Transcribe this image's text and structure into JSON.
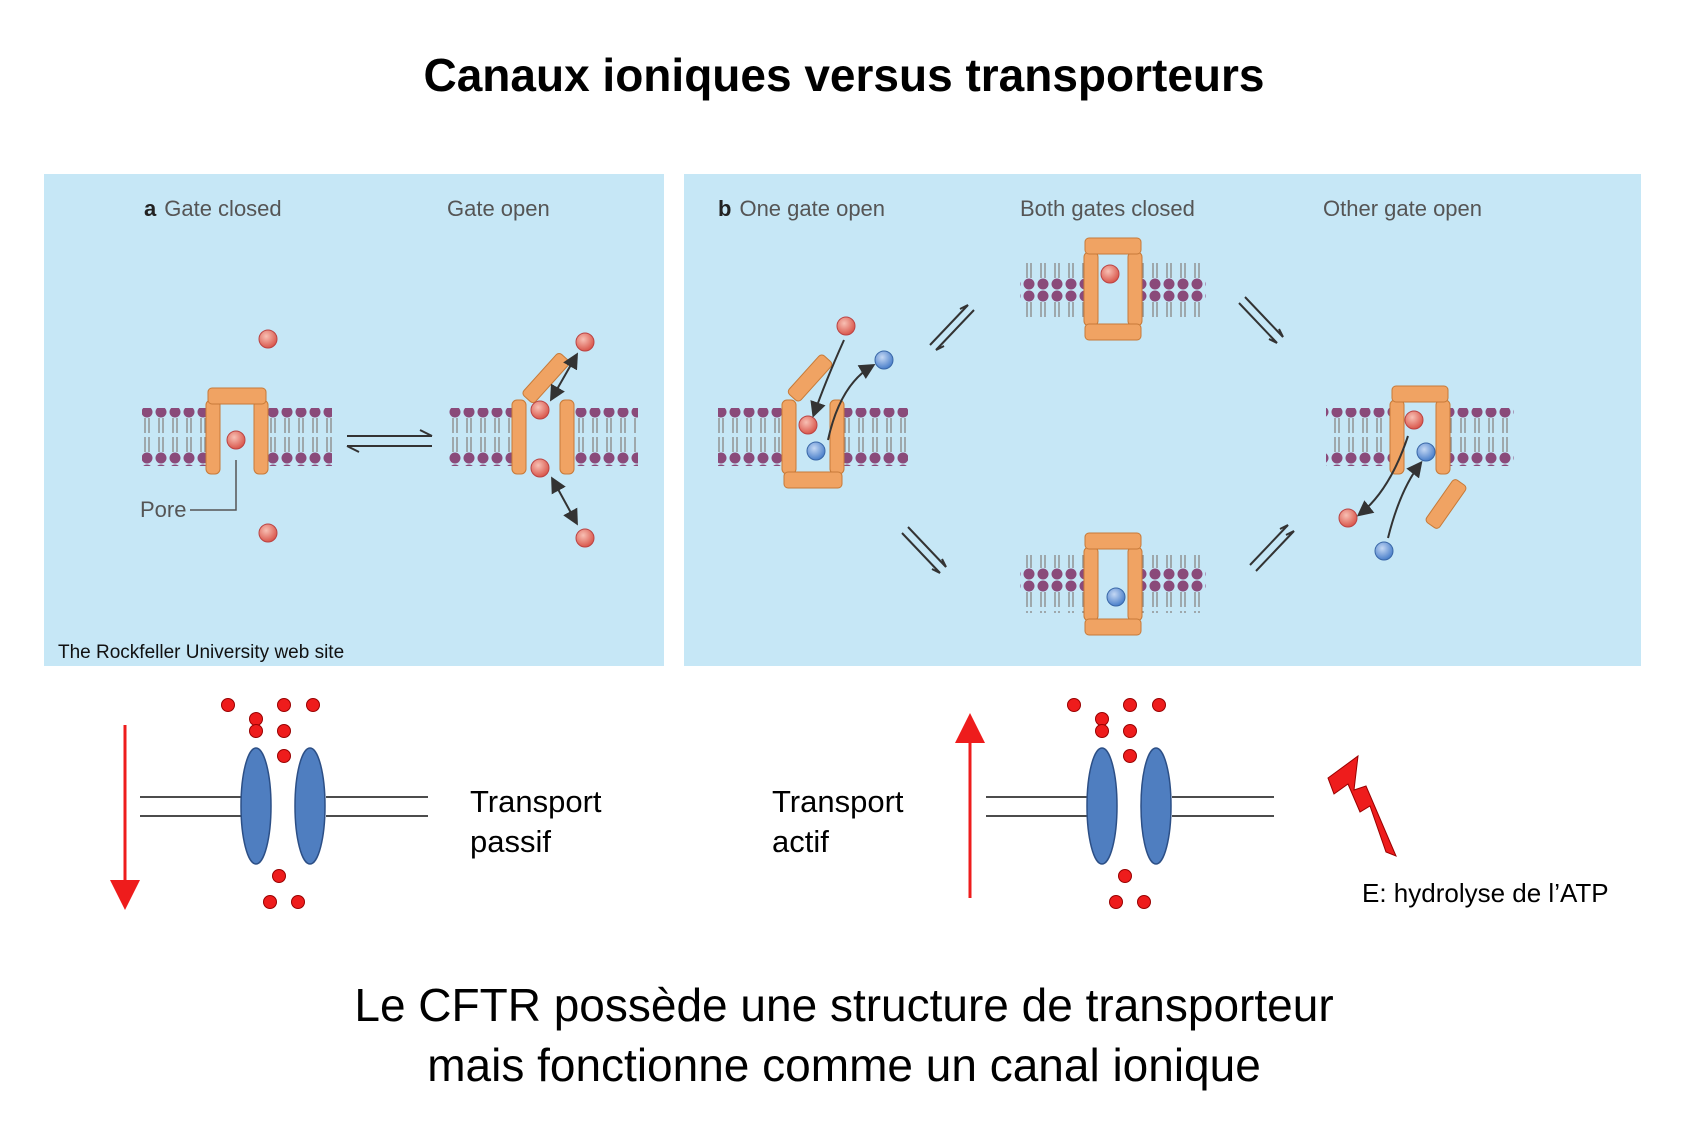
{
  "title": "Canaux ioniques versus transporteurs",
  "panel_a": {
    "letter": "a",
    "state_closed": "Gate closed",
    "state_open": "Gate open",
    "pore_label": "Pore"
  },
  "panel_b": {
    "letter": "b",
    "state_one_open": "One gate open",
    "state_both_closed": "Both gates closed",
    "state_other_open": "Other gate open"
  },
  "credit": "The Rockfeller University web site",
  "passive": {
    "line1": "Transport",
    "line2": "passif"
  },
  "active": {
    "line1": "Transport",
    "line2": "actif"
  },
  "energy_label": "E: hydrolyse de l’ATP",
  "conclusion": {
    "line1": "Le CFTR possède une structure de transporteur",
    "line2": "mais fonctionne comme un canal ionique"
  },
  "colors": {
    "panel_bg": "#c6e7f6",
    "gate": "#f0a363",
    "ion_red": "#e2685e",
    "ion_blue": "#5b8fd6",
    "simple_ion": "#ee1c1c",
    "channel_protein": "#4f7ec0",
    "arrow": "#ee1c1c",
    "lightning": "#ee1c1c"
  }
}
